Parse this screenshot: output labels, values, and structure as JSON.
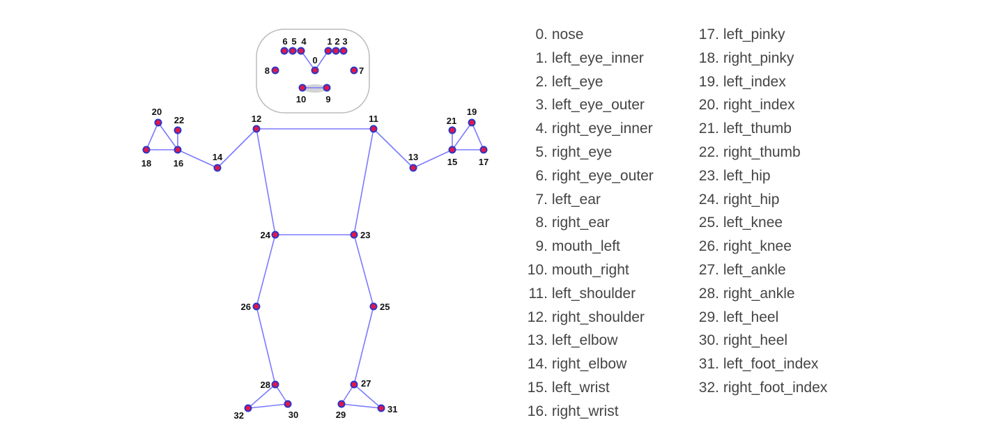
{
  "landmarks": [
    {
      "id": "0",
      "name": "nose"
    },
    {
      "id": "1",
      "name": "left_eye_inner"
    },
    {
      "id": "2",
      "name": "left_eye"
    },
    {
      "id": "3",
      "name": "left_eye_outer"
    },
    {
      "id": "4",
      "name": "right_eye_inner"
    },
    {
      "id": "5",
      "name": "right_eye"
    },
    {
      "id": "6",
      "name": "right_eye_outer"
    },
    {
      "id": "7",
      "name": "left_ear"
    },
    {
      "id": "8",
      "name": "right_ear"
    },
    {
      "id": "9",
      "name": "mouth_left"
    },
    {
      "id": "10",
      "name": "mouth_right"
    },
    {
      "id": "11",
      "name": "left_shoulder"
    },
    {
      "id": "12",
      "name": "right_shoulder"
    },
    {
      "id": "13",
      "name": "left_elbow"
    },
    {
      "id": "14",
      "name": "right_elbow"
    },
    {
      "id": "15",
      "name": "left_wrist"
    },
    {
      "id": "16",
      "name": "right_wrist"
    },
    {
      "id": "17",
      "name": "left_pinky"
    },
    {
      "id": "18",
      "name": "right_pinky"
    },
    {
      "id": "19",
      "name": "left_index"
    },
    {
      "id": "20",
      "name": "right_index"
    },
    {
      "id": "21",
      "name": "left_thumb"
    },
    {
      "id": "22",
      "name": "right_thumb"
    },
    {
      "id": "23",
      "name": "left_hip"
    },
    {
      "id": "24",
      "name": "right_hip"
    },
    {
      "id": "25",
      "name": "left_knee"
    },
    {
      "id": "26",
      "name": "right_knee"
    },
    {
      "id": "27",
      "name": "left_ankle"
    },
    {
      "id": "28",
      "name": "right_ankle"
    },
    {
      "id": "29",
      "name": "left_heel"
    },
    {
      "id": "30",
      "name": "right_heel"
    },
    {
      "id": "31",
      "name": "left_foot_index"
    },
    {
      "id": "32",
      "name": "right_foot_index"
    }
  ],
  "colors": {
    "edge": "#7a7aff",
    "keypoint_fill": "#e0184a",
    "keypoint_ring": "#2a36c8",
    "face_box": "#bbbbbb",
    "legend_text": "#444444"
  }
}
